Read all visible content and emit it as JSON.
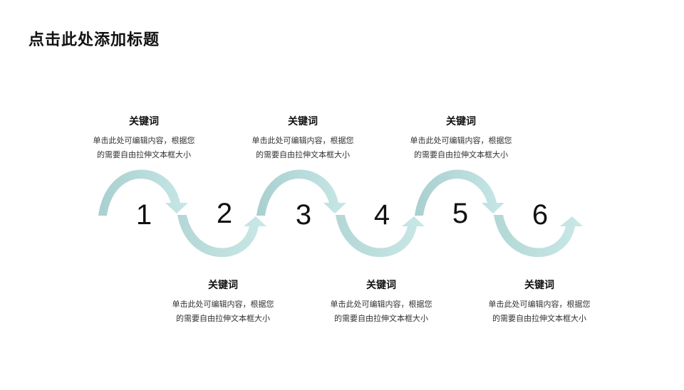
{
  "title": "点击此处添加标题",
  "colors": {
    "ribbon_light": "#BFE3E2",
    "ribbon_dark": "#8FC6C6"
  },
  "steps": [
    {
      "num": "1",
      "keyword": "关键词",
      "desc1": "单击此处可编辑内容，根据您",
      "desc2": "的需要自由拉伸文本框大小"
    },
    {
      "num": "2",
      "keyword": "关键词",
      "desc1": "单击此处可编辑内容，根据您",
      "desc2": "的需要自由拉伸文本框大小"
    },
    {
      "num": "3",
      "keyword": "关键词",
      "desc1": "单击此处可编辑内容，根据您",
      "desc2": "的需要自由拉伸文本框大小"
    },
    {
      "num": "4",
      "keyword": "关键词",
      "desc1": "单击此处可编辑内容，根据您",
      "desc2": "的需要自由拉伸文本框大小"
    },
    {
      "num": "5",
      "keyword": "关键词",
      "desc1": "单击此处可编辑内容，根据您",
      "desc2": "的需要自由拉伸文本框大小"
    },
    {
      "num": "6",
      "keyword": "关键词",
      "desc1": "单击此处可编辑内容，根据您",
      "desc2": "的需要自由拉伸文本框大小"
    }
  ]
}
